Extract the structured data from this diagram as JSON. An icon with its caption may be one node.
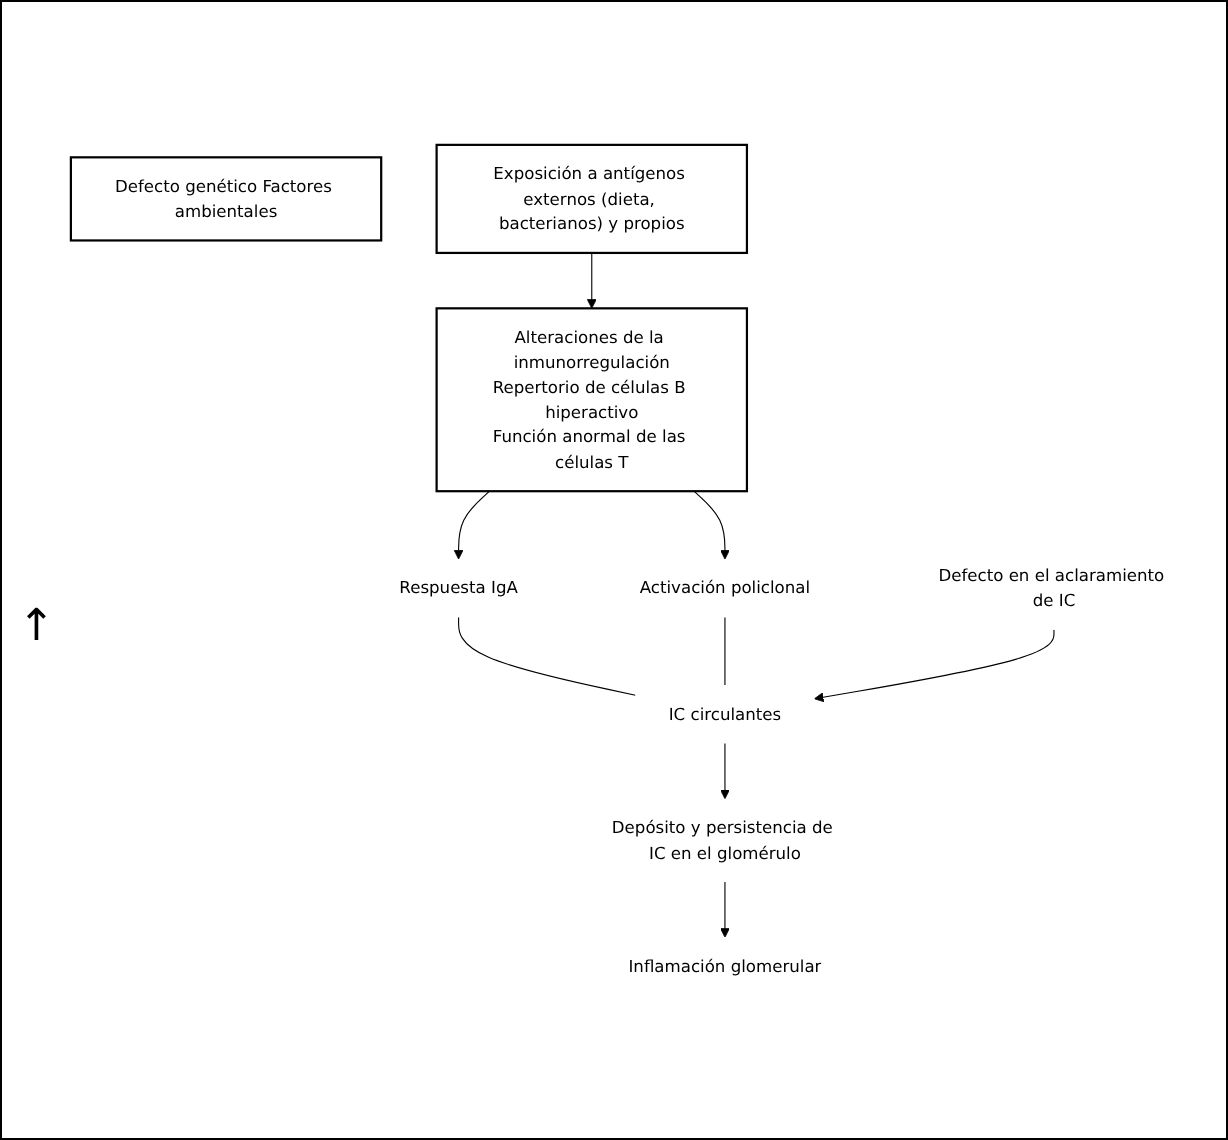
{
  "diagram": {
    "nodes": [
      {
        "text": [
          "Defecto genético Factores ambientales"
        ]
      },
      {
        "text": [
          "Exposición a antígenos externos (dieta, bacterianos) y propios"
        ]
      },
      {
        "text": [
          "Alteraciones de la inmunorregulación",
          "Repertorio de células B hiperactivo",
          "Función anormal de las células T"
        ]
      },
      {
        "text": [
          "Respuesta IgA"
        ]
      },
      {
        "text": [
          "Activación policlonal"
        ]
      },
      {
        "text": [
          "Defecto en el aclaramiento de IC"
        ]
      },
      {
        "text": [
          "IC circulantes"
        ]
      },
      {
        "text": [
          "Depósito y persistencia de IC en el glomérulo"
        ]
      },
      {
        "text": [
          "Inflamación glomerular"
        ]
      }
    ],
    "edges": [
      {
        "from": 1,
        "to": 2,
        "arrow": "to"
      },
      {
        "from": 2,
        "to": 3,
        "arrow": "to"
      },
      {
        "from": 2,
        "to": 4,
        "arrow": "to"
      },
      {
        "from": 3,
        "to": 6,
        "arrow": "none"
      },
      {
        "from": 4,
        "to": 6,
        "arrow": "none"
      },
      {
        "from": 5,
        "to": 6,
        "arrow": "to"
      },
      {
        "from": 6,
        "to": 7,
        "arrow": "to"
      },
      {
        "from": 7,
        "to": 8,
        "arrow": "to"
      }
    ],
    "labels": [
      "↑"
    ]
  }
}
